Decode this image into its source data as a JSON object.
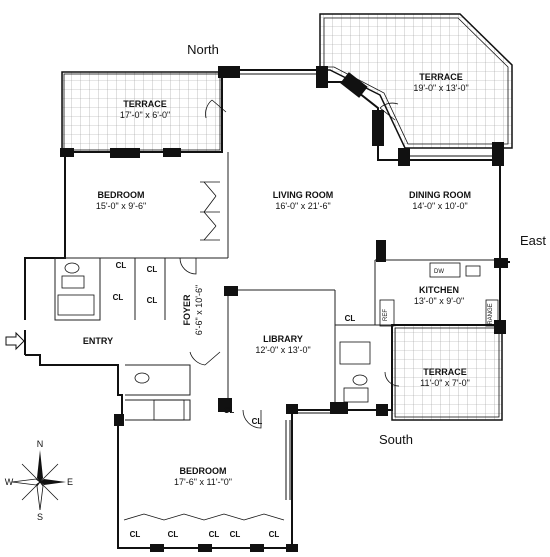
{
  "compass": {
    "north": "North",
    "east": "East",
    "south": "South",
    "rose": {
      "n": "N",
      "e": "E",
      "s": "S",
      "w": "W"
    }
  },
  "rooms": {
    "terrace_west": {
      "name": "TERRACE",
      "size": "17'-0\" x 6'-0\""
    },
    "terrace_ne": {
      "name": "TERRACE",
      "size": "19'-0\" x 13'-0\""
    },
    "bedroom_west": {
      "name": "BEDROOM",
      "size": "15'-0\" x 9'-6\""
    },
    "living_room": {
      "name": "LIVING ROOM",
      "size": "16'-0\" x 21'-6\""
    },
    "dining_room": {
      "name": "DINING ROOM",
      "size": "14'-0\" x 10'-0\""
    },
    "kitchen": {
      "name": "KITCHEN",
      "size": "13'-0\" x 9'-0\""
    },
    "foyer": {
      "name": "FOYER",
      "size": "6'-6\" x 10'-6\""
    },
    "library": {
      "name": "LIBRARY",
      "size": "12'-0\" x 13'-0\""
    },
    "entry": {
      "name": "ENTRY"
    },
    "terrace_se": {
      "name": "TERRACE",
      "size": "11'-0\" x 7'-0\""
    },
    "bedroom_south": {
      "name": "BEDROOM",
      "size": "17'-6\" x 11'-\"0\""
    }
  },
  "closet_label": "CL",
  "appliances": {
    "dw": "DW",
    "ref": "REF",
    "range": "RANGE"
  }
}
